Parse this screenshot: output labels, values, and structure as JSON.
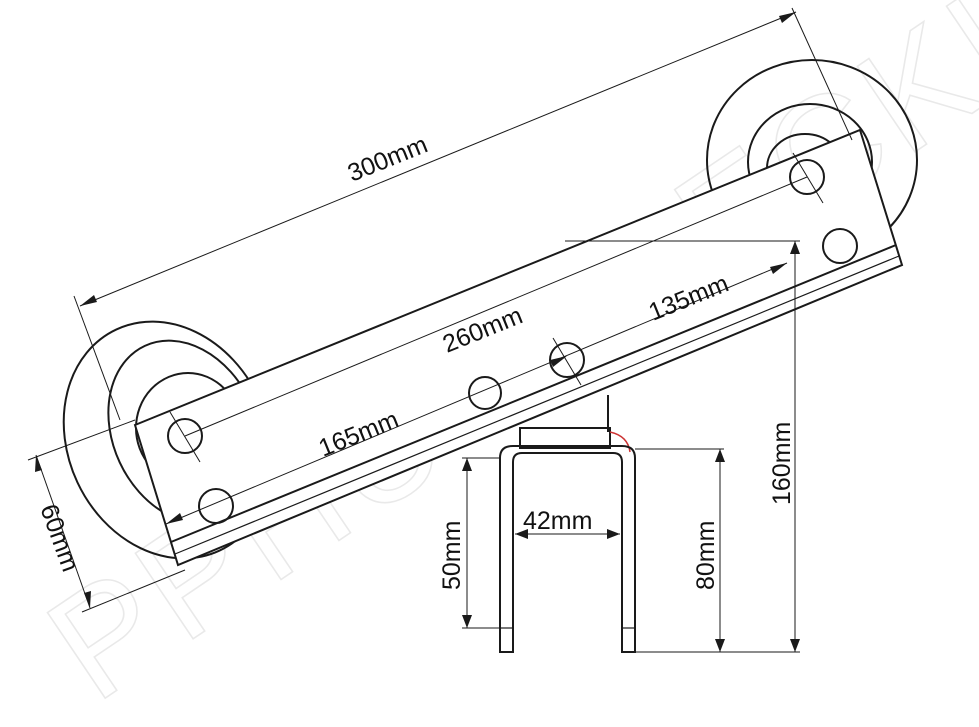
{
  "watermark": "PPHU MILECKI",
  "dimensions": {
    "overall_length": "300mm",
    "hole_spacing": "260mm",
    "left_segment": "165mm",
    "right_segment": "135mm",
    "plate_height": "60mm",
    "bracket_inner_width": "42mm",
    "bracket_leg_height": "50mm",
    "bracket_height": "80mm",
    "total_height": "160mm"
  },
  "colors": {
    "line": "#1a1a1a",
    "accent": "#cc3333",
    "watermark": "#e9e9e9"
  }
}
